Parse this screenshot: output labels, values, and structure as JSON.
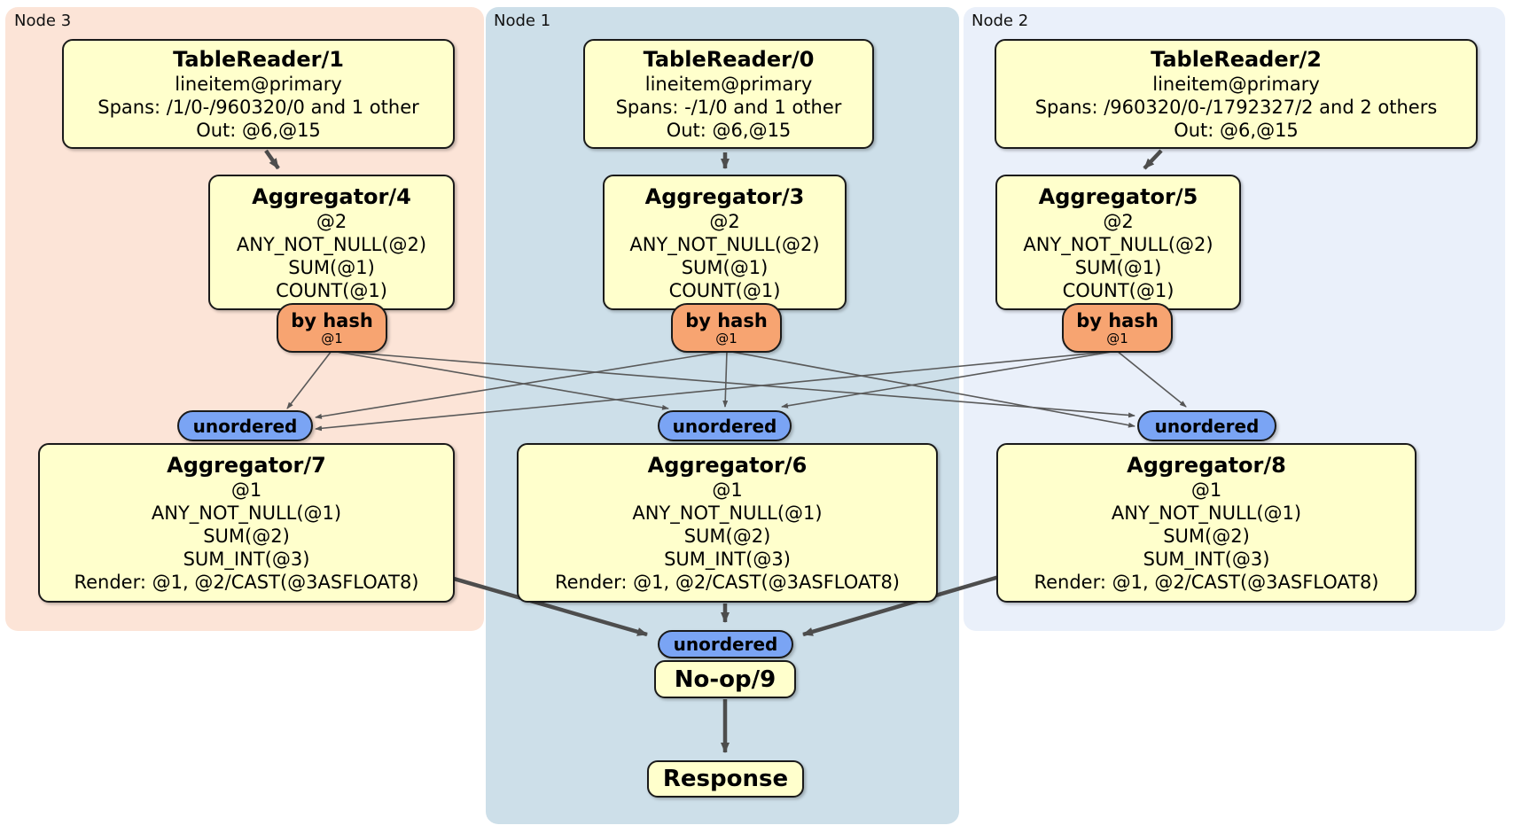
{
  "groups": {
    "node3": {
      "label": "Node 3"
    },
    "node1": {
      "label": "Node 1"
    },
    "node2": {
      "label": "Node 2"
    }
  },
  "processors": {
    "tr1": {
      "title": "TableReader/1",
      "lines": [
        "lineitem@primary",
        "Spans: /1/0-/960320/0 and 1 other",
        "Out: @6,@15"
      ]
    },
    "tr0": {
      "title": "TableReader/0",
      "lines": [
        "lineitem@primary",
        "Spans: -/1/0 and 1 other",
        "Out: @6,@15"
      ]
    },
    "tr2": {
      "title": "TableReader/2",
      "lines": [
        "lineitem@primary",
        "Spans: /960320/0-/1792327/2 and 2 others",
        "Out: @6,@15"
      ]
    },
    "agg4": {
      "title": "Aggregator/4",
      "lines": [
        "@2",
        "ANY_NOT_NULL(@2)",
        "SUM(@1)",
        "COUNT(@1)"
      ]
    },
    "agg3": {
      "title": "Aggregator/3",
      "lines": [
        "@2",
        "ANY_NOT_NULL(@2)",
        "SUM(@1)",
        "COUNT(@1)"
      ]
    },
    "agg5": {
      "title": "Aggregator/5",
      "lines": [
        "@2",
        "ANY_NOT_NULL(@2)",
        "SUM(@1)",
        "COUNT(@1)"
      ]
    },
    "agg7": {
      "title": "Aggregator/7",
      "lines": [
        "@1",
        "ANY_NOT_NULL(@1)",
        "SUM(@2)",
        "SUM_INT(@3)",
        "Render: @1, @2/CAST(@3ASFLOAT8)"
      ]
    },
    "agg6": {
      "title": "Aggregator/6",
      "lines": [
        "@1",
        "ANY_NOT_NULL(@1)",
        "SUM(@2)",
        "SUM_INT(@3)",
        "Render: @1, @2/CAST(@3ASFLOAT8)"
      ]
    },
    "agg8": {
      "title": "Aggregator/8",
      "lines": [
        "@1",
        "ANY_NOT_NULL(@1)",
        "SUM(@2)",
        "SUM_INT(@3)",
        "Render: @1, @2/CAST(@3ASFLOAT8)"
      ]
    },
    "noop": {
      "title": "No-op/9"
    },
    "response": {
      "title": "Response"
    }
  },
  "router": {
    "label": "by hash",
    "sub": "@1"
  },
  "sync": {
    "label": "unordered"
  },
  "colors": {
    "node3_bg": "#fce4d7",
    "node1_bg": "#cddfe9",
    "node2_bg": "#eaf0fa",
    "processor_fill": "#ffffcc",
    "router_fill": "#f7a471",
    "sync_fill": "#7aa4f4",
    "edge": "#4d4d4d"
  }
}
